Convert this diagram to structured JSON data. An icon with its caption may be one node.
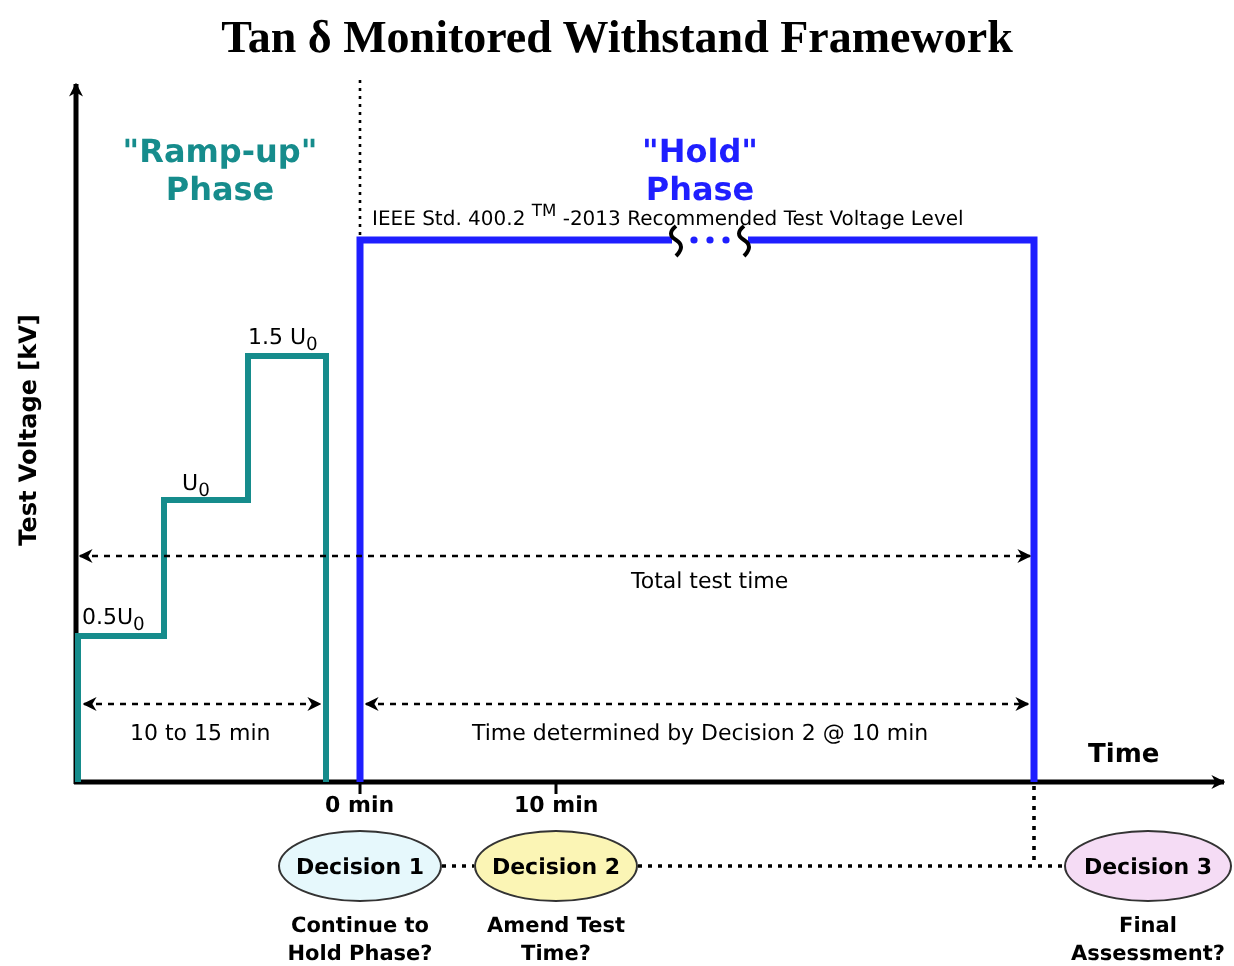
{
  "diagram": {
    "title": "Tan δ Monitored Withstand Framework",
    "nodes": [
      {
        "text": [
          "Decision 1"
        ],
        "beside": [
          "Continue to Hold Phase?"
        ]
      },
      {
        "text": [
          "Decision 2"
        ],
        "beside": [
          "Amend Test Time?"
        ]
      },
      {
        "text": [
          "Decision 3"
        ],
        "beside": [
          "Final Assessment?"
        ]
      }
    ],
    "edges": [
      {
        "from": 0,
        "to": 1,
        "arrow": "none",
        "style": "dashed"
      },
      {
        "from": 1,
        "to": 2,
        "arrow": "none",
        "style": "dashed"
      }
    ],
    "labels": [
      "\"Ramp-up\" Phase",
      "\"Hold\" Phase",
      "IEEE Std. 400.2 $^{TM}$ -2013 Recommended Test Voltage Level",
      "1.5 U$_{0}$",
      "U$_{0}$",
      "0.5U$_{0}$",
      "Test Voltage [kV]",
      "Total test time",
      "10 to 15 min",
      "Time determined by Decision 2 @ 10 min",
      "Time",
      "0 min",
      "10 min"
    ]
  }
}
